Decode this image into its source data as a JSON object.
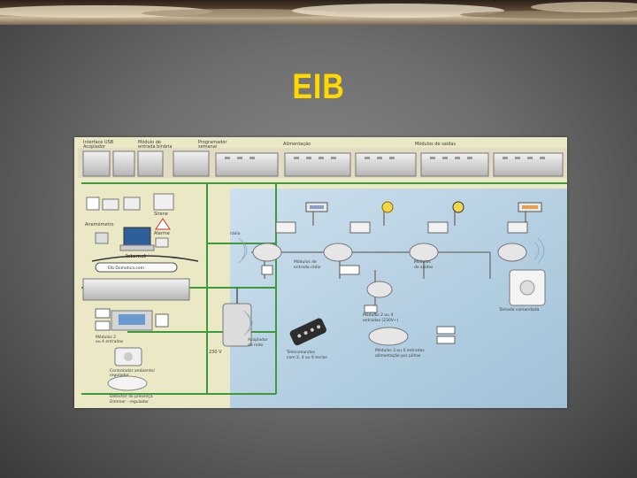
{
  "slide": {
    "title": "EIB",
    "title_color": "#ffd800"
  },
  "figure": {
    "labels": {
      "top_1": "Interface USB",
      "top_1b": "Acoplador",
      "top_2": "Módulo de",
      "top_2b": "entrada binária",
      "top_3": "Programador",
      "top_3b": "semanal",
      "alimentacao": "Alimentação",
      "modulos_saidas": "Módulos de saídas",
      "anemometro": "Anemómetro",
      "sirene": "Sirene",
      "alarme": "Alarme",
      "internet": "Internet",
      "domotica": "Eib Domotica.com",
      "modulos_entrada_2": "Módulos 2",
      "modulos_entrada_4": "ou 4 entradas",
      "controlador": "Controlador ambiente/",
      "regulador": "regulador",
      "detector": "Detector de presença",
      "dimmer": "Dimmer · regulador",
      "v230": "230 V",
      "acoplador_rede": "Acoplador",
      "acoplador_rede_b": "da rede",
      "telecomando": "Telecomandos",
      "telecomando_b": "com 2, 4 ou 6 teclas",
      "modulos_entrada_radio": "Módulos de",
      "modulos_entrada_radio_b": "entrada rádio",
      "modulos_saidas_radio": "Módulos",
      "modulos_saidas_radio_b": "de saídas",
      "modulos_2_4": "Módulos 2 ou 4",
      "modulos_2_4_b": "entradas (230V~)",
      "modulos_3_4": "Módulos 3 ou 4 entradas",
      "modulos_3_4_b": "alimentação por pilhas",
      "tomada": "Tomada comandada",
      "radio": "rádio"
    }
  }
}
